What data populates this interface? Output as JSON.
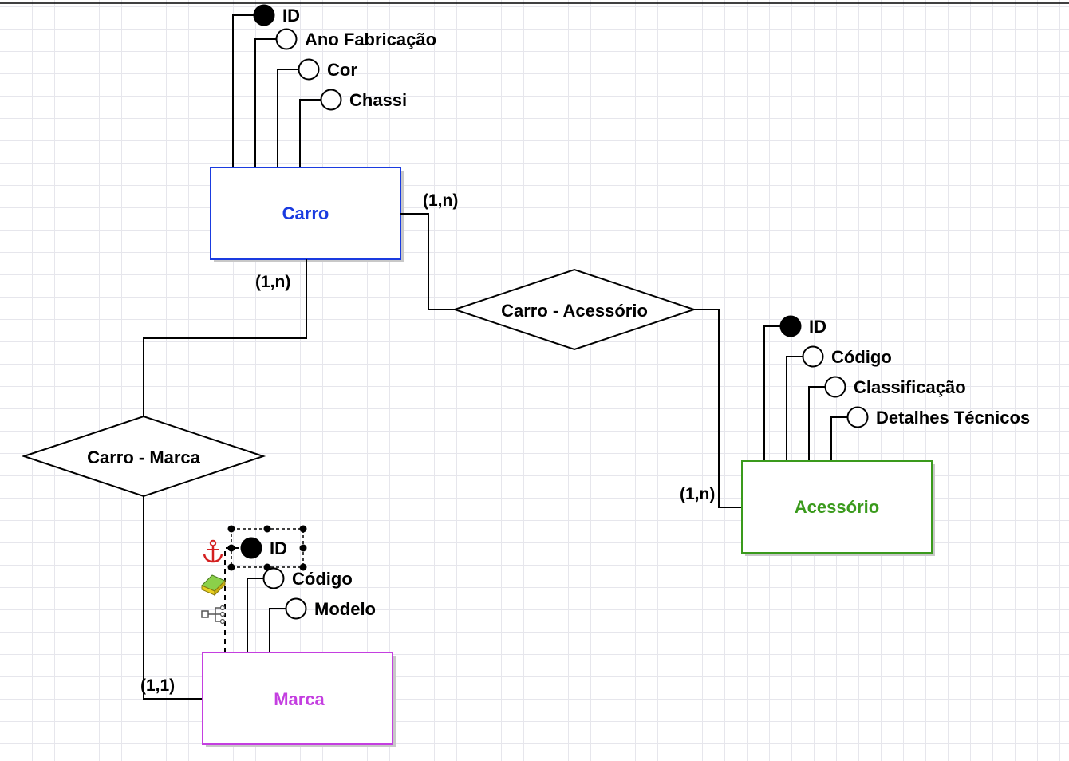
{
  "entities": {
    "carro": {
      "name": "Carro",
      "color": "#1a3be0",
      "attributes": [
        "ID",
        "Ano Fabricação",
        "Cor",
        "Chassi"
      ]
    },
    "acessorio": {
      "name": "Acessório",
      "color": "#3a9a1c",
      "attributes": [
        "ID",
        "Código",
        "Classificação",
        "Detalhes Técnicos"
      ]
    },
    "marca": {
      "name": "Marca",
      "color": "#c43fe0",
      "attributes": [
        "ID",
        "Código",
        "Modelo"
      ]
    }
  },
  "relationships": {
    "carro_acessorio": {
      "name": "Carro - Acessório"
    },
    "carro_marca": {
      "name": "Carro - Marca"
    }
  },
  "cardinalities": {
    "carro_acessorio_carro": "(1,n)",
    "carro_acessorio_acessorio": "(1,n)",
    "carro_marca_carro": "(1,n)",
    "carro_marca_marca": "(1,1)"
  },
  "icons": {
    "anchor": "anchor-icon",
    "eraser": "eraser-icon",
    "hierarchy": "hierarchy-icon"
  },
  "primary_key_style": "filled-circle",
  "attribute_style": "hollow-circle"
}
